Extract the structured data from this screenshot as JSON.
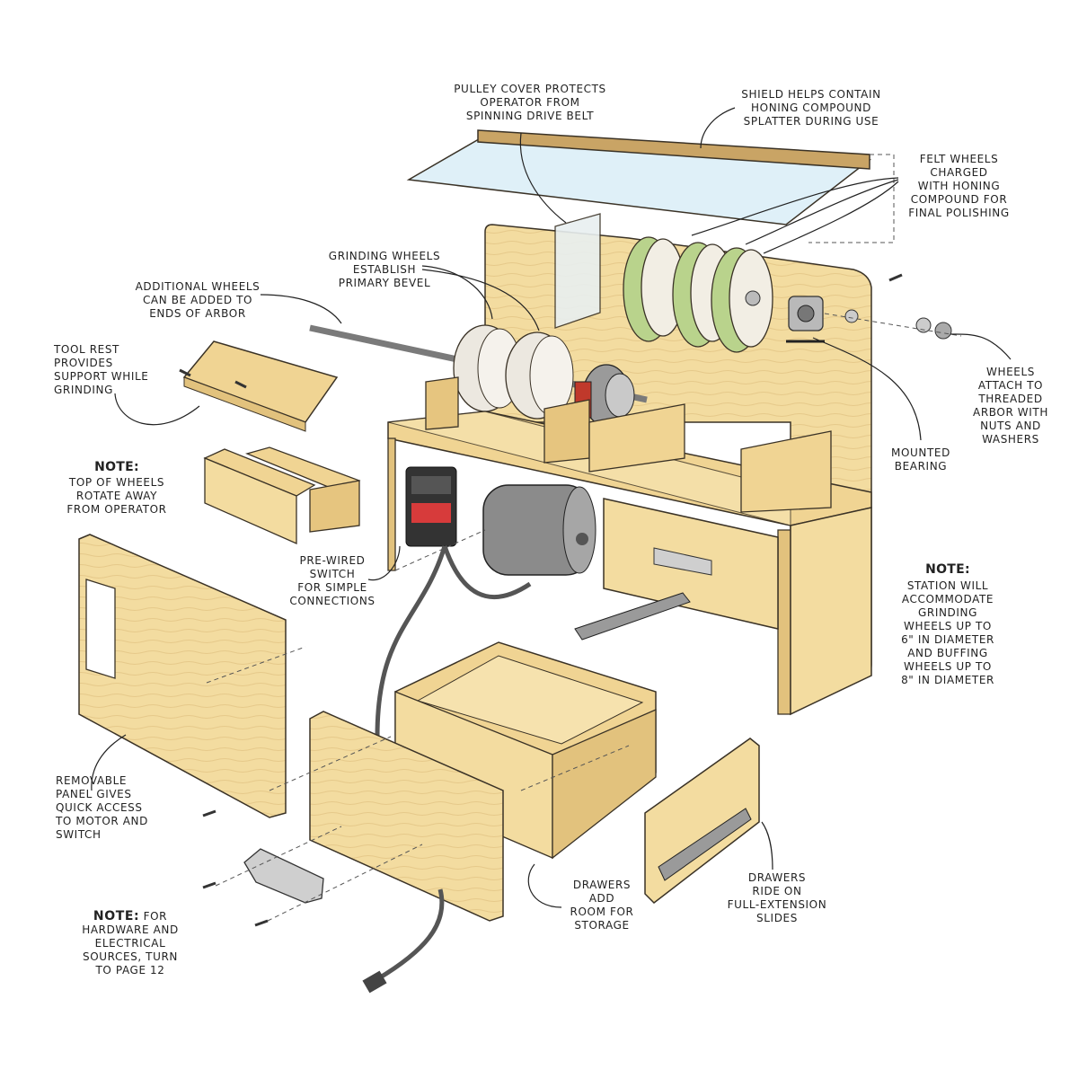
{
  "colors": {
    "wood": "#f3dca0",
    "wood_dark": "#e2c27d",
    "wood_edge": "#c9a465",
    "outline": "#3a3226",
    "felt_green": "#b9d38c",
    "felt_white": "#f2eee4",
    "motor_gray": "#8b8b8b",
    "switch_red": "#d73b3b",
    "shield_blue": "#dff0f8"
  },
  "labels": {
    "pulley_cover": "PULLEY COVER PROTECTS\nOPERATOR FROM\nSPINNING DRIVE BELT",
    "shield": "SHIELD HELPS CONTAIN\nHONING COMPOUND\nSPLATTER DURING USE",
    "felt_wheels": "FELT WHEELS\nCHARGED\nWITH HONING\nCOMPOUND FOR\nFINAL POLISHING",
    "grinding_wheels": "GRINDING WHEELS\nESTABLISH\nPRIMARY BEVEL",
    "additional_wheels": "ADDITIONAL WHEELS\nCAN BE ADDED TO\nENDS OF ARBOR",
    "tool_rest": "TOOL REST\nPROVIDES\nSUPPORT WHILE\nGRINDING",
    "wheels_attach": "WHEELS\nATTACH TO\nTHREADED\nARBOR WITH\nNUTS AND\nWASHERS",
    "mounted_bearing": "MOUNTED\nBEARING",
    "note_wheels_title": "NOTE:",
    "note_wheels_body": "TOP OF WHEELS\nROTATE AWAY\nFROM OPERATOR",
    "pre_wired_switch": "PRE-WIRED\nSWITCH\nFOR SIMPLE\nCONNECTIONS",
    "note_station_title": "NOTE:",
    "note_station_body": "STATION WILL\nACCOMMODATE\nGRINDING\nWHEELS UP TO\n6\" IN DIAMETER\nAND BUFFING\nWHEELS UP TO\n8\" IN DIAMETER",
    "removable_panel": "REMOVABLE\nPANEL GIVES\nQUICK ACCESS\nTO MOTOR AND\nSWITCH",
    "note_hardware_title": "NOTE:",
    "note_hardware_body": " FOR\nHARDWARE AND\nELECTRICAL\nSOURCES, TURN\nTO PAGE 12",
    "drawers_add": "DRAWERS\nADD\nROOM FOR\nSTORAGE",
    "drawers_ride": "DRAWERS\nRIDE ON\nFULL-EXTENSION\nSLIDES"
  }
}
